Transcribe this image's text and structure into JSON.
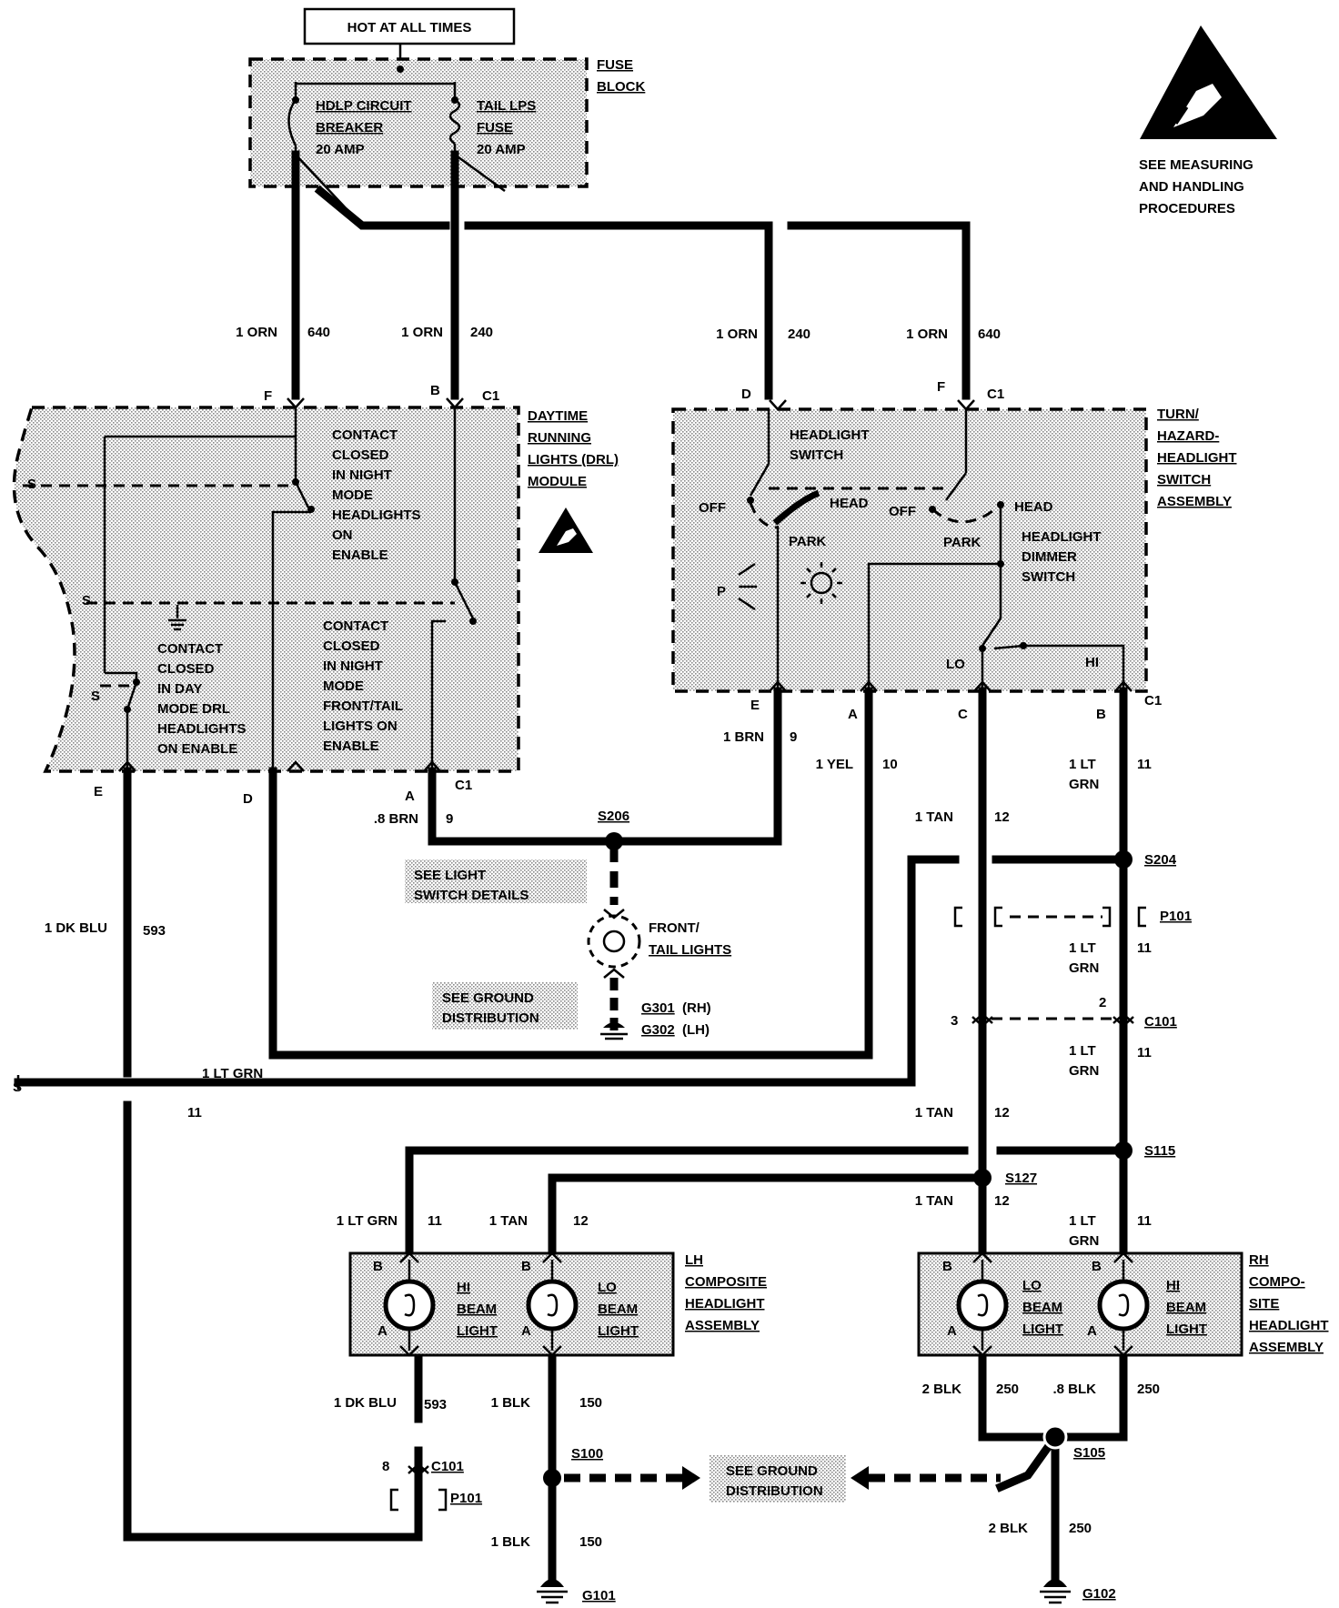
{
  "power": {
    "hot_at_all_times": "HOT AT ALL TIMES"
  },
  "fuse_block": {
    "title_1": "FUSE",
    "title_2": "BLOCK",
    "breaker_1": "HDLP CIRCUIT",
    "breaker_2": "BREAKER",
    "breaker_3": "20 AMP",
    "fuse_1": "TAIL LPS",
    "fuse_2": "FUSE",
    "fuse_3": "20 AMP"
  },
  "esd": {
    "line_1": "SEE MEASURING",
    "line_2": "AND HANDLING",
    "line_3": "PROCEDURES"
  },
  "drl": {
    "title_1": "DAYTIME",
    "title_2": "RUNNING",
    "title_3": "LIGHTS (DRL)",
    "title_4": "MODULE",
    "contact_a": [
      "CONTACT",
      "CLOSED",
      "IN NIGHT",
      "MODE",
      "HEADLIGHTS",
      "ON",
      "ENABLE"
    ],
    "contact_b": [
      "CONTACT",
      "CLOSED",
      "IN NIGHT",
      "MODE",
      "FRONT/TAIL",
      "LIGHTS ON",
      "ENABLE"
    ],
    "contact_c": [
      "CONTACT",
      "CLOSED",
      "IN DAY",
      "MODE DRL",
      "HEADLIGHTS",
      "ON ENABLE"
    ],
    "pin_f": "F",
    "pin_b": "B",
    "conn_top": "C1",
    "pin_e": "E",
    "pin_d": "D",
    "pin_a": "A",
    "conn_bot": "C1"
  },
  "switch": {
    "title_1": "TURN/",
    "title_2": "HAZARD-",
    "title_3": "HEADLIGHT",
    "title_4": "SWITCH",
    "title_5": "ASSEMBLY",
    "headlight_switch_1": "HEADLIGHT",
    "headlight_switch_2": "SWITCH",
    "off_1": "OFF",
    "head_1": "HEAD",
    "park_1": "PARK",
    "off_2": "OFF",
    "park_2": "PARK",
    "head_2": "HEAD",
    "dimmer_1": "HEADLIGHT",
    "dimmer_2": "DIMMER",
    "dimmer_3": "SWITCH",
    "lo": "LO",
    "hi": "HI",
    "pin_d": "D",
    "pin_f": "F",
    "conn_top": "C1",
    "pin_e": "E",
    "pin_a": "A",
    "pin_c": "C",
    "pin_b": "B",
    "conn_bot": "C1"
  },
  "wires": {
    "w1_color": "1 ORN",
    "w1_circuit": "640",
    "w2_color": "1 ORN",
    "w2_circuit": "240",
    "w3_color": "1 ORN",
    "w3_circuit": "240",
    "w4_color": "1 ORN",
    "w4_circuit": "640",
    "brn_color": "1 BRN",
    "brn_circuit": "9",
    "yel_color": "1 YEL",
    "yel_circuit": "10",
    "tan_color_1": "1 TAN",
    "tan_circuit_1": "12",
    "ltgrn_color_1a": "1 LT",
    "ltgrn_color_1b": "GRN",
    "ltgrn_circuit_1": "11",
    "brn8_color": ".8 BRN",
    "brn8_circuit": "9",
    "dkblu_color": "1 DK BLU",
    "dkblu_circuit": "593",
    "ltgrn_color_2a": "1 LT",
    "ltgrn_color_2b": "GRN",
    "ltgrn_circuit_2": "11",
    "ltgrn_color_3a": "1 LT",
    "ltgrn_color_3b": "GRN",
    "ltgrn_circuit_3": "11",
    "ltgrn_long": "1 LT GRN",
    "ltgrn_long_circuit": "11",
    "tan_color_2": "1 TAN",
    "tan_circuit_2": "12",
    "tan_color_3": "1 TAN",
    "tan_circuit_3": "12",
    "ltgrn_color_4a": "1 LT",
    "ltgrn_color_4b": "GRN",
    "ltgrn_circuit_4": "11",
    "lh_hi_color": "1 LT GRN",
    "lh_hi_circuit": "11",
    "lh_lo_color": "1 TAN",
    "lh_lo_circuit": "12",
    "lh_gnd_a_color": "1 DK BLU",
    "lh_gnd_a_circuit": "593",
    "lh_gnd_b_color": "1 BLK",
    "lh_gnd_b_circuit": "150",
    "rh_gnd_a_color": "2 BLK",
    "rh_gnd_a_circuit": "250",
    "rh_gnd_b_color": ".8 BLK",
    "rh_gnd_b_circuit": "250",
    "g101_color": "1 BLK",
    "g101_circuit": "150",
    "g102_color": "2 BLK",
    "g102_circuit": "250"
  },
  "splices": {
    "s206": "S206",
    "s204": "S204",
    "s115": "S115",
    "s127": "S127",
    "s100": "S100",
    "s105": "S105"
  },
  "connectors": {
    "p101_top": "P101",
    "c101_top": "C101",
    "pin_3": "3",
    "pin_2": "2",
    "c101_bot": "C101",
    "p101_bot": "P101",
    "pin_8": "8"
  },
  "notes": {
    "light_switch_1": "SEE LIGHT",
    "light_switch_2": "SWITCH DETAILS",
    "ground_1": "SEE GROUND",
    "ground_2": "DISTRIBUTION",
    "ground_b1": "SEE GROUND",
    "ground_b2": "DISTRIBUTION"
  },
  "front_tail": {
    "line_1": "FRONT/",
    "line_2": "TAIL LIGHTS",
    "g301": "G301",
    "g301_side": "(RH)",
    "g302": "G302",
    "g302_side": "(LH)"
  },
  "lh_headlight": {
    "title_1": "LH",
    "title_2": "COMPOSITE",
    "title_3": "HEADLIGHT",
    "title_4": "ASSEMBLY",
    "hi_1": "HI",
    "hi_2": "BEAM",
    "hi_3": "LIGHT",
    "lo_1": "LO",
    "lo_2": "BEAM",
    "lo_3": "LIGHT",
    "pin_b1": "B",
    "pin_a1": "A",
    "pin_b2": "B",
    "pin_a2": "A"
  },
  "rh_headlight": {
    "title_1": "RH",
    "title_2": "COMPO-",
    "title_3": "SITE",
    "title_4": "HEADLIGHT",
    "title_5": "ASSEMBLY",
    "lo_1": "LO",
    "lo_2": "BEAM",
    "lo_3": "LIGHT",
    "hi_1": "HI",
    "hi_2": "BEAM",
    "hi_3": "LIGHT",
    "pin_b1": "B",
    "pin_a1": "A",
    "pin_b2": "B",
    "pin_a2": "A"
  },
  "grounds": {
    "g101": "G101",
    "g102": "G102"
  }
}
